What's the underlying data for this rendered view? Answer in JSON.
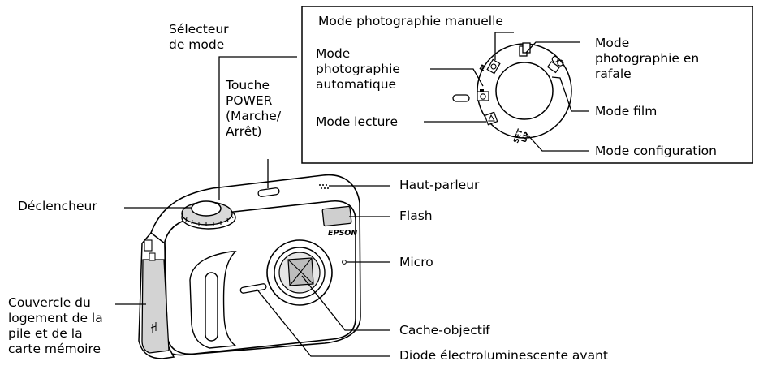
{
  "labels": {
    "selecteur": "Sélecteur\nde mode",
    "touche_power": "Touche\nPOWER\n(Marche/\nArrêt)",
    "declencheur": "Déclencheur",
    "couvercle": "Couvercle du\nlogement de la\npile et de la\ncarte mémoire",
    "haut_parleur": "Haut-parleur",
    "flash": "Flash",
    "micro": "Micro",
    "cache_objectif": "Cache-objectif",
    "diode": "Diode électroluminescente avant"
  },
  "inset": {
    "manuelle": "Mode photographie manuelle",
    "automatique": "Mode\nphotographie\nautomatique",
    "lecture": "Mode lecture",
    "rafale": "Mode\nphotographie en\nrafale",
    "film": "Mode film",
    "configuration": "Mode configuration"
  },
  "brand": "EPSON",
  "dial_setup_text": "SET\nUP"
}
